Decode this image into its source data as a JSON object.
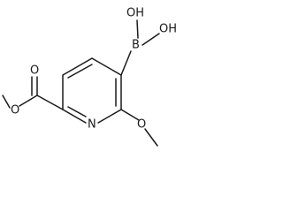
{
  "molecule": {
    "atoms": {
      "boron": "B",
      "hydroxyl_top": "OH",
      "hydroxyl_right": "OH",
      "ring_nitrogen": "N",
      "carbonyl_oxygen": "O",
      "ester_oxygen": "O",
      "methoxy_oxygen": "O"
    }
  }
}
